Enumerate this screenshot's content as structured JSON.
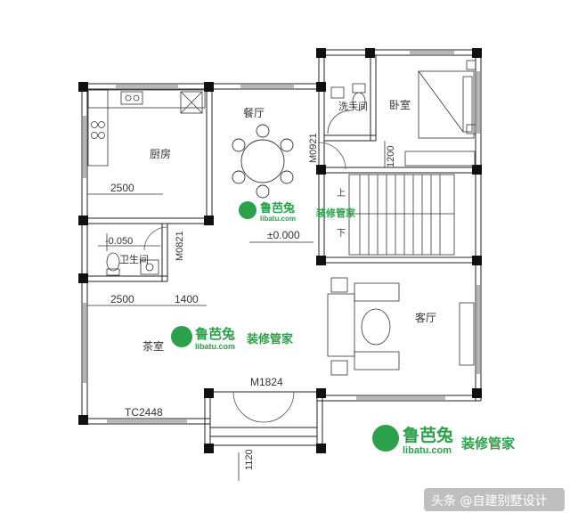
{
  "rooms": {
    "dining": "餐厅",
    "bath_upper": "洗手间",
    "bedroom": "卧室",
    "kitchen": "厨房",
    "bath_lower": "卫生间",
    "tea_room": "茶室",
    "living": "客厅"
  },
  "dimensions": {
    "kitchen_width": "2500",
    "tea_width_a": "2500",
    "tea_width_b": "1400",
    "door_bedroom": "M0921",
    "door_bath_lower": "M0821",
    "door_main": "M1824",
    "bath_upper_depth": "1200",
    "steps_depth": "1120",
    "window_tc": "TC2448"
  },
  "levels": {
    "floor_main": "±0.000",
    "floor_bath": "-0.050"
  },
  "stairs": {
    "up": "上",
    "down": "下"
  },
  "watermark": {
    "brand": "鲁芭兔",
    "url": "libatu.com",
    "slogan": "装修管家"
  },
  "credit": "头条 @自建别墅设计"
}
